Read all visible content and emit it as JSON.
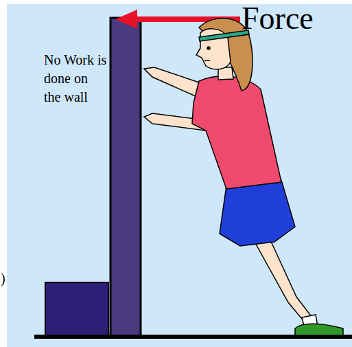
{
  "diagram": {
    "labels": [
      "Force",
      "No Work is done on the wall",
      ")"
    ]
  }
}
